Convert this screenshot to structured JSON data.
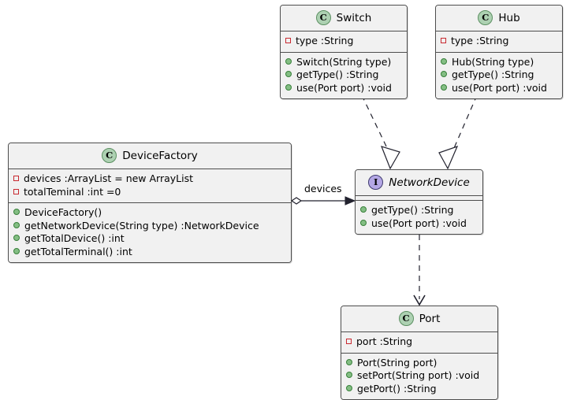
{
  "diagram": {
    "kind": "uml-class-diagram",
    "background": "#FFFFFF",
    "colors": {
      "class_badge_fill": "#ADD1B2",
      "class_badge_border": "#5B8F61",
      "interface_badge_fill": "#B4A7E5",
      "interface_badge_border": "#3F3B6E",
      "private_marker": "#C82930",
      "public_marker": "#84BE84",
      "box_fill": "#F1F1F1",
      "box_border": "#4D4D4D",
      "line": "#22222E"
    },
    "classes": [
      {
        "id": "switch",
        "name": "Switch",
        "stereotype": "C",
        "badge_letter": "C",
        "kind": "class",
        "attributes": [
          {
            "visibility": "private",
            "text": "type :String"
          }
        ],
        "methods": [
          {
            "visibility": "public",
            "text": "Switch(String type)"
          },
          {
            "visibility": "public",
            "text": "getType() :String"
          },
          {
            "visibility": "public",
            "text": "use(Port port) :void"
          }
        ]
      },
      {
        "id": "hub",
        "name": "Hub",
        "stereotype": "C",
        "badge_letter": "C",
        "kind": "class",
        "attributes": [
          {
            "visibility": "private",
            "text": "type :String"
          }
        ],
        "methods": [
          {
            "visibility": "public",
            "text": "Hub(String type)"
          },
          {
            "visibility": "public",
            "text": "getType() :String"
          },
          {
            "visibility": "public",
            "text": "use(Port port) :void"
          }
        ]
      },
      {
        "id": "devicefactory",
        "name": "DeviceFactory",
        "stereotype": "C",
        "badge_letter": "C",
        "kind": "class",
        "attributes": [
          {
            "visibility": "private",
            "text": "devices :ArrayList = new ArrayList"
          },
          {
            "visibility": "private",
            "text": "totalTeminal :int =0"
          }
        ],
        "methods": [
          {
            "visibility": "public",
            "text": "DeviceFactory()"
          },
          {
            "visibility": "public",
            "text": "getNetworkDevice(String type) :NetworkDevice"
          },
          {
            "visibility": "public",
            "text": "getTotalDevice() :int"
          },
          {
            "visibility": "public",
            "text": "getTotalTerminal() :int"
          }
        ]
      },
      {
        "id": "networkdevice",
        "name": "NetworkDevice",
        "stereotype": "I",
        "badge_letter": "I",
        "kind": "interface",
        "attributes": [],
        "methods": [
          {
            "visibility": "public",
            "text": "getType() :String"
          },
          {
            "visibility": "public",
            "text": "use(Port port) :void"
          }
        ]
      },
      {
        "id": "port",
        "name": "Port",
        "stereotype": "C",
        "badge_letter": "C",
        "kind": "class",
        "attributes": [
          {
            "visibility": "private",
            "text": "port :String"
          }
        ],
        "methods": [
          {
            "visibility": "public",
            "text": "Port(String port)"
          },
          {
            "visibility": "public",
            "text": "setPort(String port) :void"
          },
          {
            "visibility": "public",
            "text": "getPort() :String"
          }
        ]
      }
    ],
    "relations": [
      {
        "id": "switch-implements",
        "from": "switch",
        "to": "networkdevice",
        "type": "realization",
        "label": ""
      },
      {
        "id": "hub-implements",
        "from": "hub",
        "to": "networkdevice",
        "type": "realization",
        "label": ""
      },
      {
        "id": "factory-aggregates",
        "from": "devicefactory",
        "to": "networkdevice",
        "type": "aggregation",
        "label": "devices"
      },
      {
        "id": "networkdevice-uses-port",
        "from": "networkdevice",
        "to": "port",
        "type": "dependency",
        "label": ""
      }
    ]
  }
}
